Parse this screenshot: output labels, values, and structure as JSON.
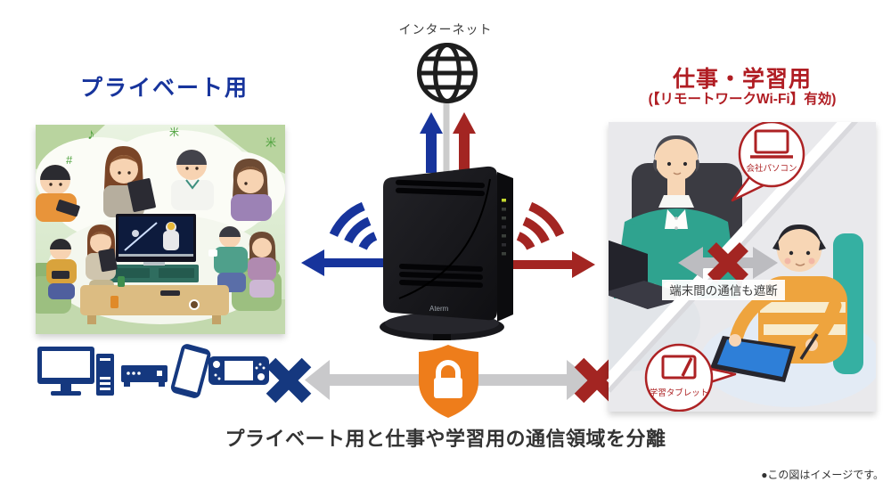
{
  "header": {
    "internet_label": "インターネット"
  },
  "private": {
    "title": "プライベート用",
    "accent_color": "#17349c",
    "device_icons": [
      "desktop-pc-icon",
      "media-player-icon",
      "smartphone-icon",
      "game-console-icon"
    ]
  },
  "work": {
    "title": "仕事・学習用",
    "subtitle": "(【リモートワークWi-Fi】有効)",
    "accent_color": "#b01d23",
    "company_pc_label": "会社パソコン",
    "study_tablet_label": "学習タブレット",
    "blocked_label": "端末間の通信も遮断"
  },
  "caption": "プライベート用と仕事や学習用の通信領域を分離",
  "note": "●この図はイメージです。",
  "router_logo": "Aterm",
  "colors": {
    "private_blue": "#17349c",
    "work_red": "#a32522",
    "shield_orange": "#ee7d1b",
    "gray_arrow": "#c9c9cb",
    "device_navy": "#15387f"
  }
}
